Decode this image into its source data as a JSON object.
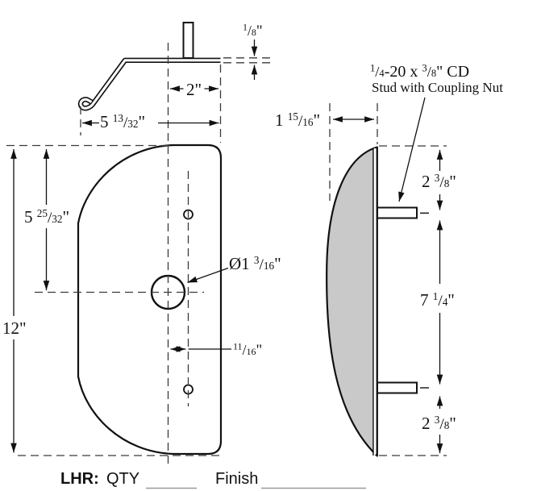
{
  "colors": {
    "ink": "#111111",
    "shading": "#c9c9c9"
  },
  "top_view": {
    "thickness_label": "1/8\"",
    "stud_offset_label": "2\"",
    "overall_width_label": "5 13/32\""
  },
  "front_view": {
    "height_label": "12\"",
    "hole_height_label": "5 25/32\"",
    "hole_diameter_label": "Ø1 3/16\"",
    "hole_offset_label": "11/16\""
  },
  "side_view": {
    "depth_label": "1 15/16\"",
    "top_spacing_label": "2 3/8\"",
    "stud_spacing_label": "7 1/4\"",
    "bottom_spacing_label": "2 3/8\"",
    "callout_line1": "1/4-20 x 3/8\" CD",
    "callout_line2": "Stud with Coupling Nut"
  },
  "footer": {
    "hand_label": "LHR:",
    "qty_label": "QTY",
    "finish_label": "Finish"
  }
}
